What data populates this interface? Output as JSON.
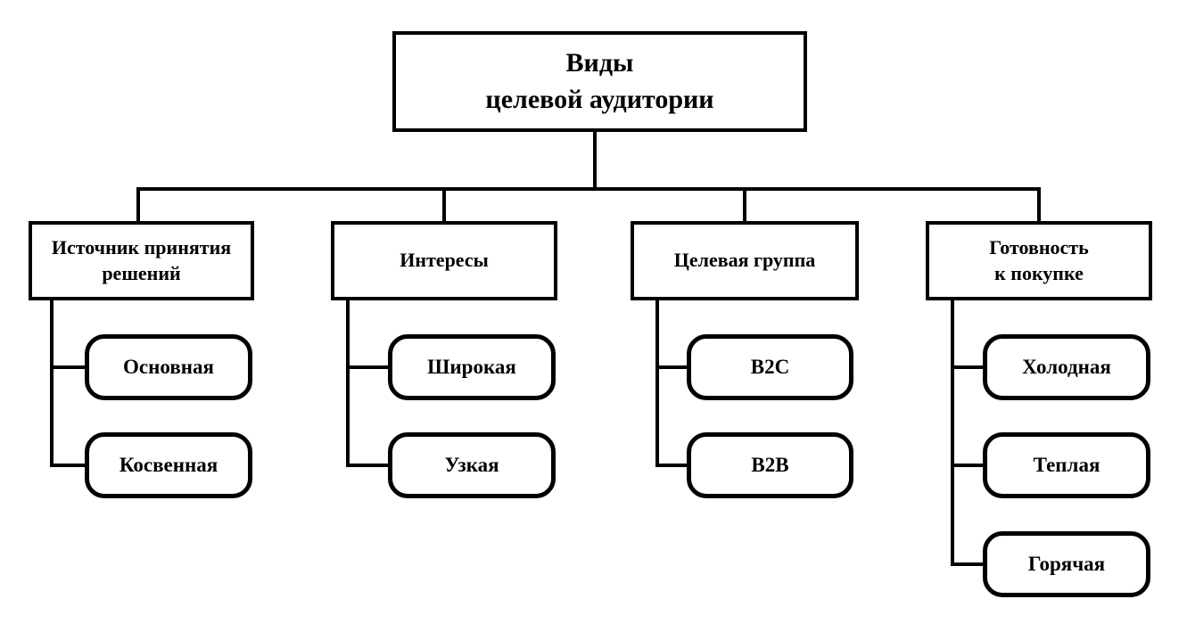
{
  "diagram": {
    "type": "hierarchy",
    "title": "Виды\nцелевой аудитории",
    "branches": [
      {
        "label": "Источник принятия решений",
        "children": [
          "Основная",
          "Косвенная"
        ]
      },
      {
        "label": "Интересы",
        "children": [
          "Широкая",
          "Узкая"
        ]
      },
      {
        "label": "Целевая группа",
        "children": [
          "B2C",
          "B2B"
        ]
      },
      {
        "label": "Готовность\nк покупке",
        "children": [
          "Холодная",
          "Теплая",
          "Горячая"
        ]
      }
    ],
    "colors": {
      "line": "#000000",
      "box_border": "#000000",
      "background": "#ffffff",
      "text": "#000000"
    }
  }
}
